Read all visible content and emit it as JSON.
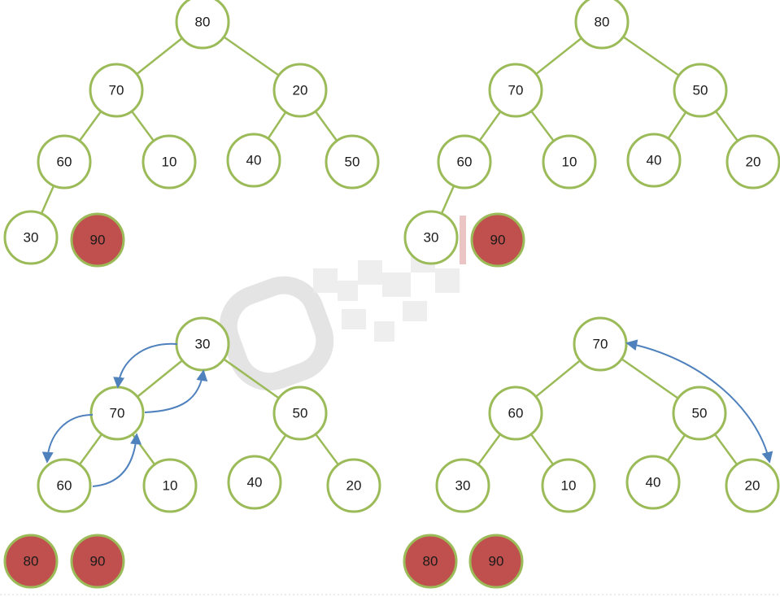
{
  "colors": {
    "edge": "#9bbb59",
    "node_fill": "#ffffff",
    "sorted_fill": "#c0504d",
    "arrow": "#4f81bd",
    "text": "#1a1a1a"
  },
  "panels": [
    {
      "id": "top-left",
      "nodes": [
        {
          "id": "n0",
          "label": "80",
          "sorted": false
        },
        {
          "id": "n1",
          "label": "70",
          "sorted": false
        },
        {
          "id": "n2",
          "label": "20",
          "sorted": false
        },
        {
          "id": "n3",
          "label": "60",
          "sorted": false
        },
        {
          "id": "n4",
          "label": "10",
          "sorted": false
        },
        {
          "id": "n5",
          "label": "40",
          "sorted": false
        },
        {
          "id": "n6",
          "label": "50",
          "sorted": false
        },
        {
          "id": "n7",
          "label": "30",
          "sorted": false
        },
        {
          "id": "s0",
          "label": "90",
          "sorted": true
        }
      ],
      "edges": [
        [
          "n0",
          "n1"
        ],
        [
          "n0",
          "n2"
        ],
        [
          "n1",
          "n3"
        ],
        [
          "n1",
          "n4"
        ],
        [
          "n2",
          "n5"
        ],
        [
          "n2",
          "n6"
        ],
        [
          "n3",
          "n7"
        ]
      ],
      "swaps": []
    },
    {
      "id": "top-right",
      "nodes": [
        {
          "id": "n0",
          "label": "80",
          "sorted": false
        },
        {
          "id": "n1",
          "label": "70",
          "sorted": false
        },
        {
          "id": "n2",
          "label": "50",
          "sorted": false
        },
        {
          "id": "n3",
          "label": "60",
          "sorted": false
        },
        {
          "id": "n4",
          "label": "10",
          "sorted": false
        },
        {
          "id": "n5",
          "label": "40",
          "sorted": false
        },
        {
          "id": "n6",
          "label": "20",
          "sorted": false
        },
        {
          "id": "n7",
          "label": "30",
          "sorted": false
        },
        {
          "id": "s0",
          "label": "90",
          "sorted": true
        }
      ],
      "edges": [
        [
          "n0",
          "n1"
        ],
        [
          "n0",
          "n2"
        ],
        [
          "n1",
          "n3"
        ],
        [
          "n1",
          "n4"
        ],
        [
          "n2",
          "n5"
        ],
        [
          "n2",
          "n6"
        ],
        [
          "n3",
          "n7"
        ]
      ],
      "swaps": []
    },
    {
      "id": "bottom-left",
      "nodes": [
        {
          "id": "n0",
          "label": "30",
          "sorted": false
        },
        {
          "id": "n1",
          "label": "70",
          "sorted": false
        },
        {
          "id": "n2",
          "label": "50",
          "sorted": false
        },
        {
          "id": "n3",
          "label": "60",
          "sorted": false
        },
        {
          "id": "n4",
          "label": "10",
          "sorted": false
        },
        {
          "id": "n5",
          "label": "40",
          "sorted": false
        },
        {
          "id": "n6",
          "label": "20",
          "sorted": false
        },
        {
          "id": "s0",
          "label": "80",
          "sorted": true
        },
        {
          "id": "s1",
          "label": "90",
          "sorted": true
        }
      ],
      "edges": [
        [
          "n0",
          "n1"
        ],
        [
          "n0",
          "n2"
        ],
        [
          "n1",
          "n3"
        ],
        [
          "n1",
          "n4"
        ],
        [
          "n2",
          "n5"
        ],
        [
          "n2",
          "n6"
        ]
      ],
      "swaps": [
        [
          "n0",
          "n1"
        ],
        [
          "n1",
          "n0"
        ],
        [
          "n1",
          "n3"
        ],
        [
          "n3",
          "n1"
        ]
      ]
    },
    {
      "id": "bottom-right",
      "nodes": [
        {
          "id": "n0",
          "label": "70",
          "sorted": false
        },
        {
          "id": "n1",
          "label": "60",
          "sorted": false
        },
        {
          "id": "n2",
          "label": "50",
          "sorted": false
        },
        {
          "id": "n3",
          "label": "30",
          "sorted": false
        },
        {
          "id": "n4",
          "label": "10",
          "sorted": false
        },
        {
          "id": "n5",
          "label": "40",
          "sorted": false
        },
        {
          "id": "n6",
          "label": "20",
          "sorted": false
        },
        {
          "id": "s0",
          "label": "80",
          "sorted": true
        },
        {
          "id": "s1",
          "label": "90",
          "sorted": true
        }
      ],
      "edges": [
        [
          "n0",
          "n1"
        ],
        [
          "n0",
          "n2"
        ],
        [
          "n1",
          "n3"
        ],
        [
          "n1",
          "n4"
        ],
        [
          "n2",
          "n5"
        ],
        [
          "n2",
          "n6"
        ]
      ],
      "swaps": [
        [
          "n0",
          "n6"
        ]
      ]
    }
  ]
}
